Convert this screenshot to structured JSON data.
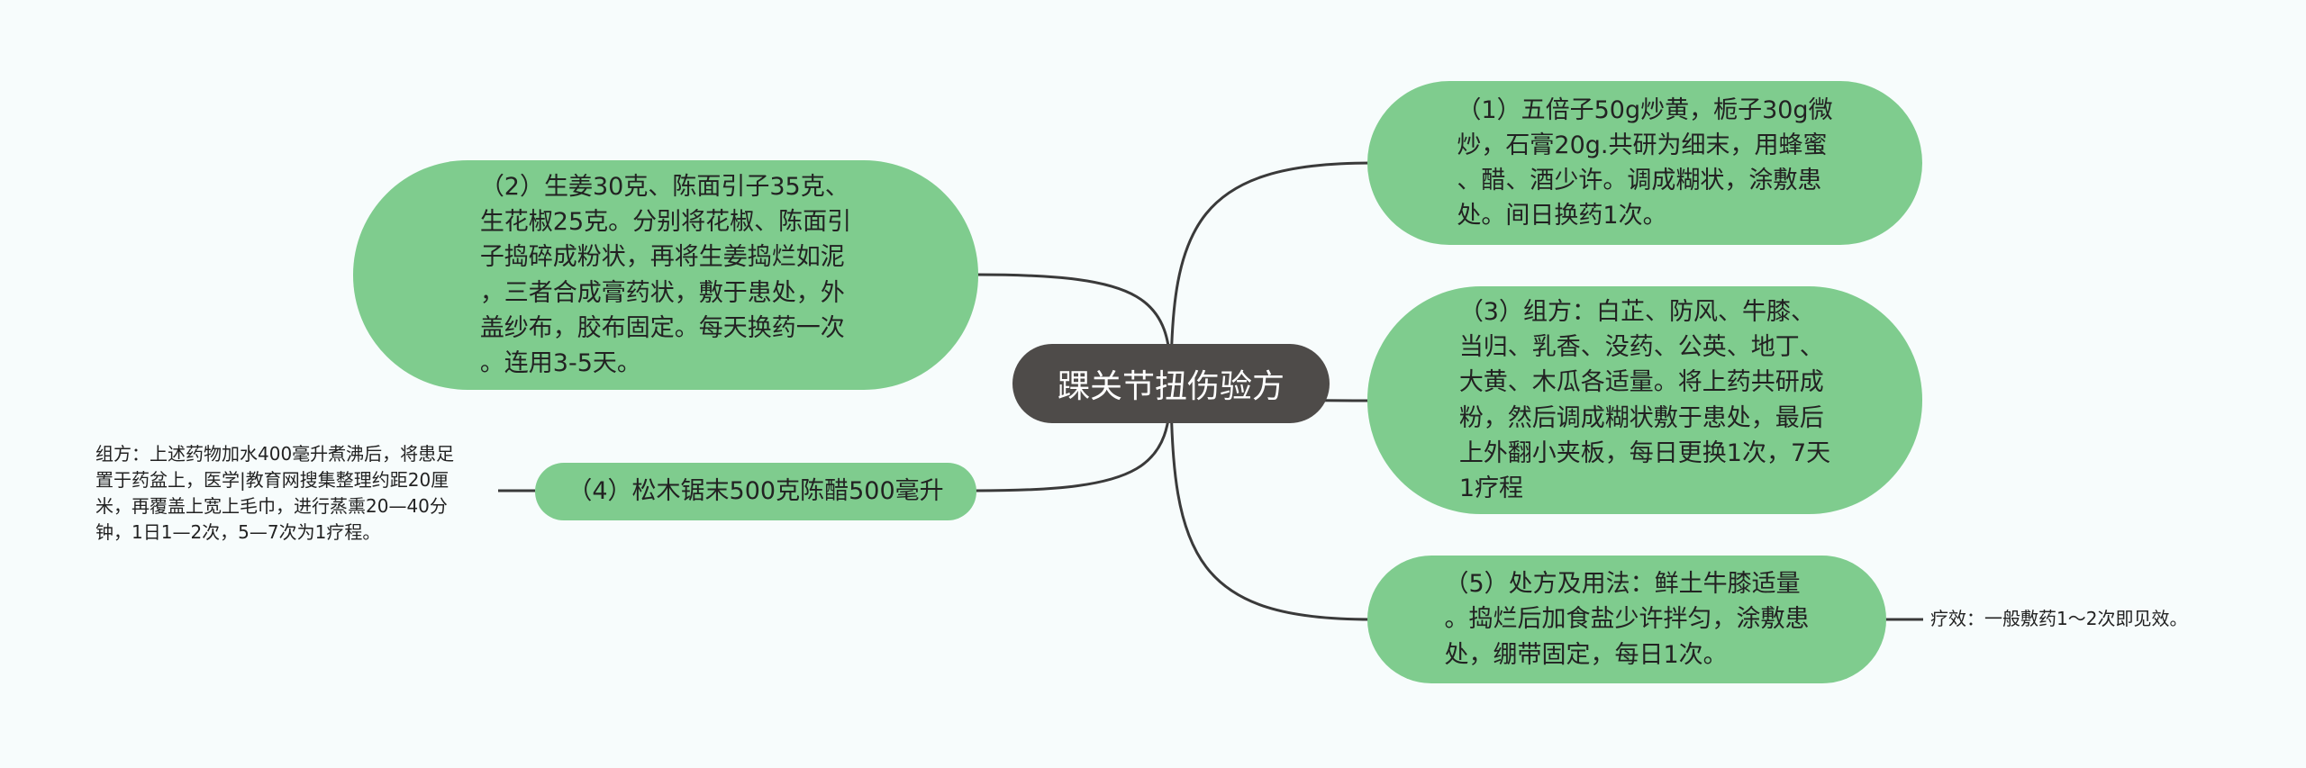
{
  "root": {
    "label": "踝关节扭伤验方"
  },
  "branches": [
    {
      "id": "b1",
      "text": "（1）五倍子50g炒黄，栀子30g微\n炒，石膏20g.共研为细末，用蜂蜜\n、醋、酒少许。调成糊状，涂敷患\n处。间日换药1次。"
    },
    {
      "id": "b2",
      "text": "（2）生姜30克、陈面引子35克、\n生花椒25克。分别将花椒、陈面引\n子捣碎成粉状，再将生姜捣烂如泥\n，三者合成膏药状，敷于患处，外\n盖纱布，胶布固定。每天换药一次\n。连用3-5天。"
    },
    {
      "id": "b3",
      "text": "（3）组方：白芷、防风、牛膝、\n当归、乳香、没药、公英、地丁、\n大黄、木瓜各适量。将上药共研成\n粉，然后调成糊状敷于患处，最后\n上外翻小夹板，每日更换1次，7天\n1疗程"
    },
    {
      "id": "b4",
      "text": "（4）松木锯末500克陈醋500毫升"
    },
    {
      "id": "b5",
      "text": "（5）处方及用法：鲜土牛膝适量\n。捣烂后加食盐少许拌匀，涂敷患\n处，绷带固定，每日1次。"
    }
  ],
  "notes": {
    "b4": "组方：上述药物加水400毫升煮沸后，将患足\n置于药盆上，医学|教育网搜集整理约距20厘\n米，再覆盖上宽上毛巾，进行蒸熏20—40分\n钟，1日1—2次，5—7次为1疗程。",
    "b5": "疗效：一般敷药1～2次即见效。"
  },
  "colors": {
    "branch": "#7fcc8e",
    "root": "#4e4b49",
    "line": "#3a3a3a",
    "background": "#f7fcfc"
  }
}
